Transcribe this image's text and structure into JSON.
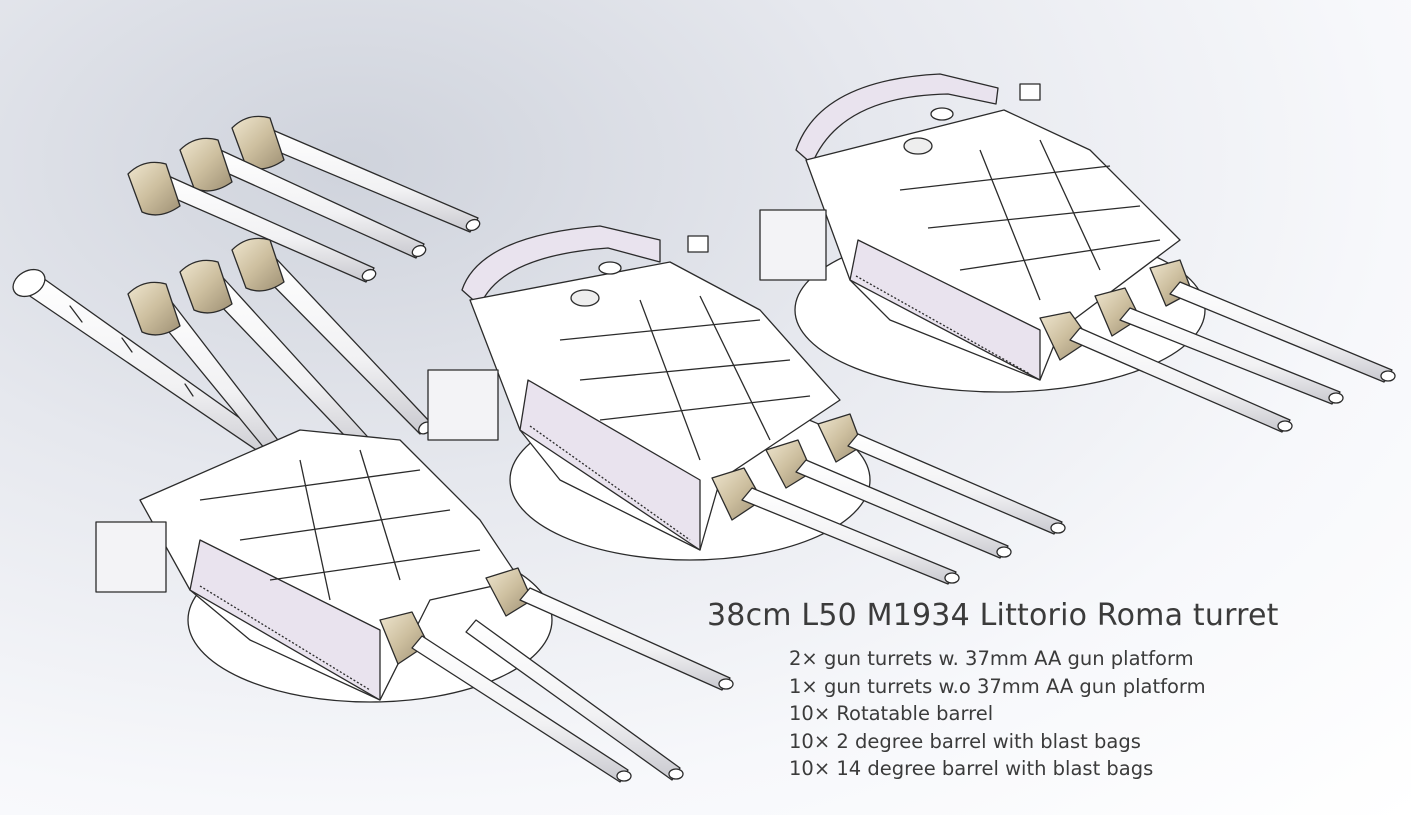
{
  "title": "38cm L50 M1934 Littorio Roma turret",
  "specs": [
    "2× gun turrets w. 37mm AA gun platform",
    "1× gun turrets w.o 37mm AA gun platform",
    "10× Rotatable barrel",
    "10× 2 degree barrel with blast bags",
    "10× 14 degree barrel with blast bags"
  ],
  "colors": {
    "metal": "#ffffff",
    "line": "#2b2b2b",
    "lavender_trim": "#e9e3ee",
    "blast_bag": "#cdbf9f",
    "background_shadow": "#cfd3dc"
  }
}
